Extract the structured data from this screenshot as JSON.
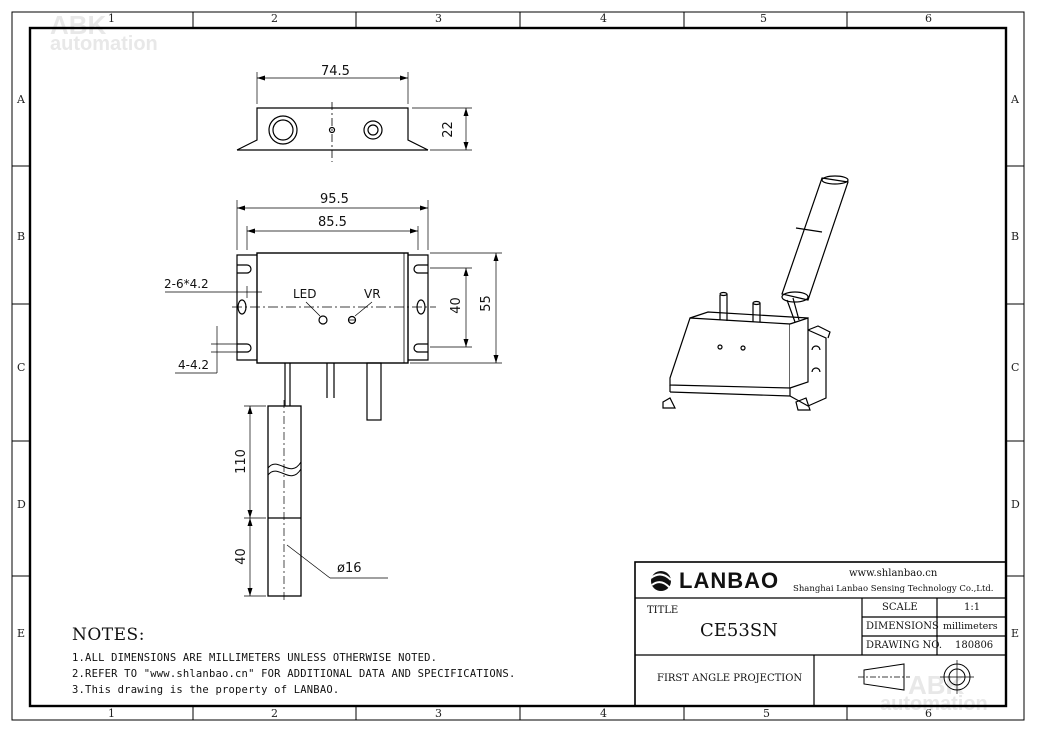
{
  "watermark": {
    "brand": "ABK",
    "sub": "automation"
  },
  "ruler": {
    "columns": [
      "1",
      "2",
      "3",
      "4",
      "5",
      "6"
    ],
    "rows": [
      "A",
      "B",
      "C",
      "D",
      "E"
    ]
  },
  "dimensions": {
    "top_width": "74.5",
    "top_height": "22",
    "outer_width": "95.5",
    "inner_width": "85.5",
    "holes": "2-6*4.2",
    "slots": "4-4.2",
    "led": "LED",
    "vr": "VR",
    "height_inner": "40",
    "height_outer": "55",
    "probe_length": "110",
    "probe_tip": "40",
    "diameter": "ø16"
  },
  "notes": {
    "title": "NOTES:",
    "items": [
      "1.ALL DIMENSIONS ARE MILLIMETERS UNLESS OTHERWISE NOTED.",
      "2.REFER TO \"www.shlanbao.cn\" FOR ADDITIONAL DATA AND SPECIFICATIONS.",
      "3.This drawing is the property of LANBAO."
    ]
  },
  "title_block": {
    "logo_text": "LANBAO",
    "website": "www.shlanbao.cn",
    "company": "Shanghai Lanbao Sensing Technology Co.,Ltd.",
    "title_label": "TITLE",
    "title_value": "CE53SN",
    "scale_label": "SCALE",
    "scale_value": "1:1",
    "dimensions_label": "DIMENSIONS",
    "dimensions_value": "millimeters",
    "drawing_no_label": "DRAWING NO.",
    "drawing_no_value": "180806",
    "projection": "FIRST ANGLE PROJECTION"
  }
}
